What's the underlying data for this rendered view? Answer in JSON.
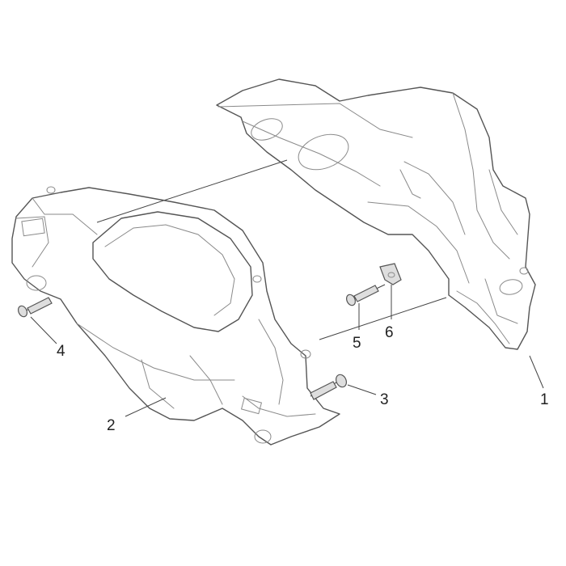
{
  "callouts": [
    {
      "id": "1",
      "label": "1"
    },
    {
      "id": "2",
      "label": "2"
    },
    {
      "id": "3",
      "label": "3"
    },
    {
      "id": "4",
      "label": "4"
    },
    {
      "id": "5",
      "label": "5"
    },
    {
      "id": "6",
      "label": "6"
    }
  ],
  "colors": {
    "line": "#555555",
    "fill": "#ececec",
    "background": "#ffffff"
  }
}
